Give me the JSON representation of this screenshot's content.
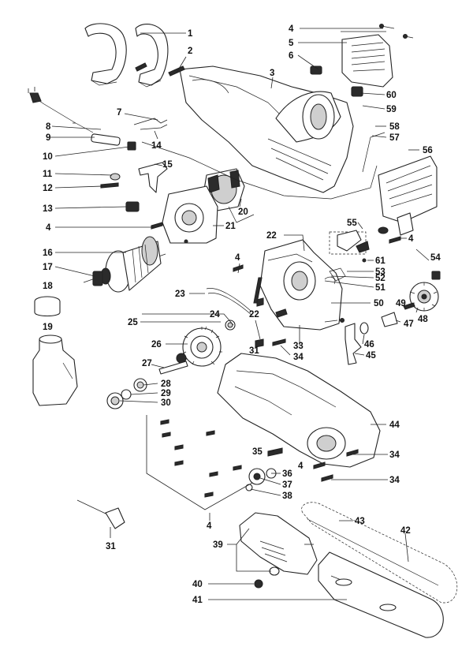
{
  "callouts": [
    "1",
    "2",
    "3",
    "4",
    "5",
    "6",
    "7",
    "8",
    "9",
    "10",
    "11",
    "12",
    "13",
    "14",
    "15",
    "16",
    "17",
    "18",
    "19",
    "20",
    "21",
    "22",
    "23",
    "24",
    "25",
    "26",
    "27",
    "28",
    "29",
    "30",
    "31",
    "33",
    "34",
    "35",
    "36",
    "37",
    "38",
    "39",
    "40",
    "41",
    "42",
    "43",
    "44",
    "45",
    "46",
    "47",
    "48",
    "49",
    "50",
    "51",
    "52",
    "53",
    "54",
    "55",
    "56",
    "57",
    "58",
    "59",
    "60",
    "61"
  ],
  "icons": [
    "handle-guard-part",
    "motor-housing-part",
    "cover-plate-part",
    "power-cord-part",
    "motor-stator-part",
    "armature-rotor-part",
    "oil-tank-part",
    "gear-wheel-part",
    "gear-housing-part",
    "chain-guard-part",
    "guide-bar-part",
    "saw-chain-part",
    "chain-sprocket-part",
    "brake-lever-part",
    "allen-key-part",
    "knob-part"
  ]
}
